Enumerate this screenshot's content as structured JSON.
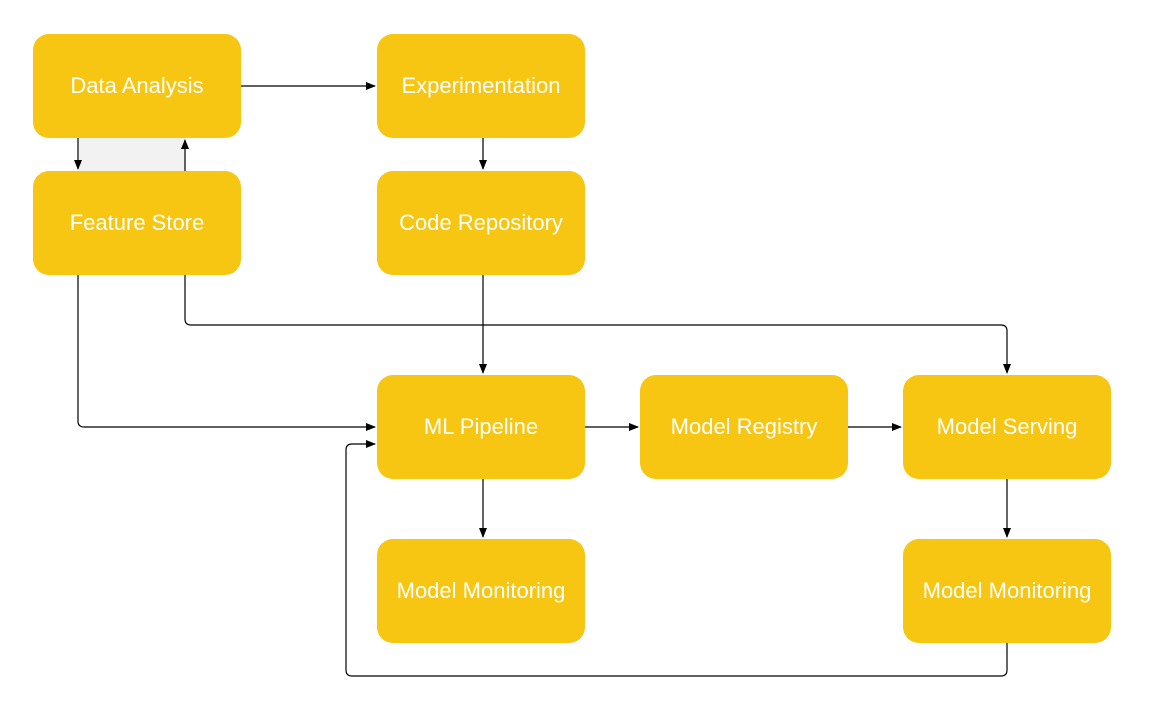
{
  "diagram": {
    "colors": {
      "node_fill": "#F7C613",
      "node_text": "#FFFFFF",
      "edge": "#000000",
      "band": "#F2F2F2"
    },
    "nodes": {
      "data_analysis": "Data Analysis",
      "experimentation": "Experimentation",
      "feature_store": "Feature Store",
      "code_repository": "Code Repository",
      "ml_pipeline": "ML Pipeline",
      "model_registry": "Model Registry",
      "model_serving": "Model Serving",
      "model_monitoring_pipeline": "Model Monitoring",
      "model_monitoring_serving": "Model Monitoring"
    },
    "edges": [
      {
        "from": "data_analysis",
        "to": "experimentation"
      },
      {
        "from": "data_analysis",
        "to": "feature_store"
      },
      {
        "from": "feature_store",
        "to": "data_analysis"
      },
      {
        "from": "experimentation",
        "to": "code_repository"
      },
      {
        "from": "code_repository",
        "to": "ml_pipeline"
      },
      {
        "from": "feature_store",
        "to": "ml_pipeline"
      },
      {
        "from": "feature_store",
        "to": "model_serving"
      },
      {
        "from": "ml_pipeline",
        "to": "model_registry"
      },
      {
        "from": "model_registry",
        "to": "model_serving"
      },
      {
        "from": "ml_pipeline",
        "to": "model_monitoring_pipeline"
      },
      {
        "from": "model_serving",
        "to": "model_monitoring_serving"
      },
      {
        "from": "model_monitoring_serving",
        "to": "ml_pipeline"
      }
    ]
  }
}
